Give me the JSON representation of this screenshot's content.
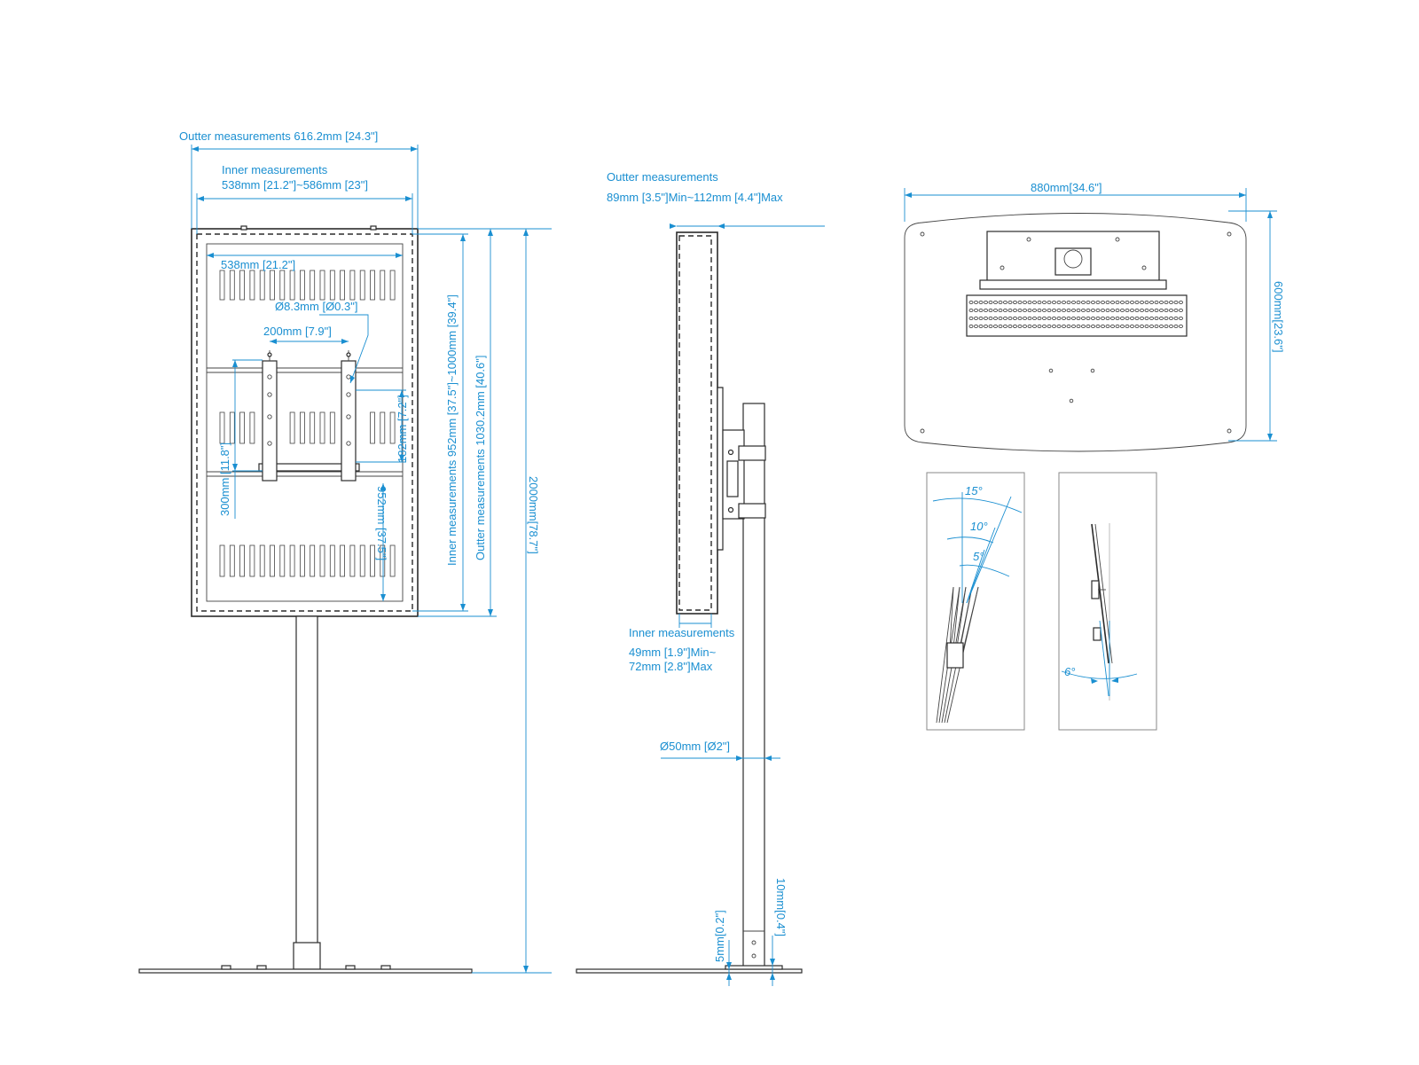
{
  "front_view": {
    "outer_width_label": "Outter measurements 616.2mm [24.3\"]",
    "inner_width_label_1": "Inner measurements",
    "inner_width_label_2": "538mm [21.2\"]~586mm [23\"]",
    "inner_538_label": "538mm [21.2\"]",
    "hole_label": "Ø8.3mm [Ø0.3\"]",
    "spacing_200_label": "200mm [7.9\"]",
    "v300_label": "300mm [11.8\"]",
    "v182_label": "182mm [7.2\"]",
    "v952_label": "952mm [37.5\"]",
    "inner_height_label": "Inner measurements 952mm [37.5\"]~1000mm [39.4\"]",
    "outer_height_label": "Outter measurements 1030.2mm [40.6\"]",
    "total_height_label": "2000mm[78.7\"]"
  },
  "side_view": {
    "outer_depth_label_1": "Outter measurements",
    "outer_depth_label_2": "89mm [3.5\"]Min~112mm [4.4\"]Max",
    "inner_depth_label_1": "Inner measurements",
    "inner_depth_label_2": "49mm [1.9\"]Min~",
    "inner_depth_label_3": "72mm [2.8\"]Max",
    "pole_label": "Ø50mm [Ø2\"]",
    "base_5_label": "5mm[0.2\"]",
    "base_10_label": "10mm[0.4\"]"
  },
  "base_view": {
    "width_label": "880mm[34.6\"]",
    "depth_label": "600mm[23.6\"]"
  },
  "tilt_views": {
    "angle_15": "15°",
    "angle_10": "10°",
    "angle_5": "5°",
    "angle_6": "6°"
  },
  "colors": {
    "dimension": "#1a8fd1",
    "drawing": "#2b2b2b"
  }
}
